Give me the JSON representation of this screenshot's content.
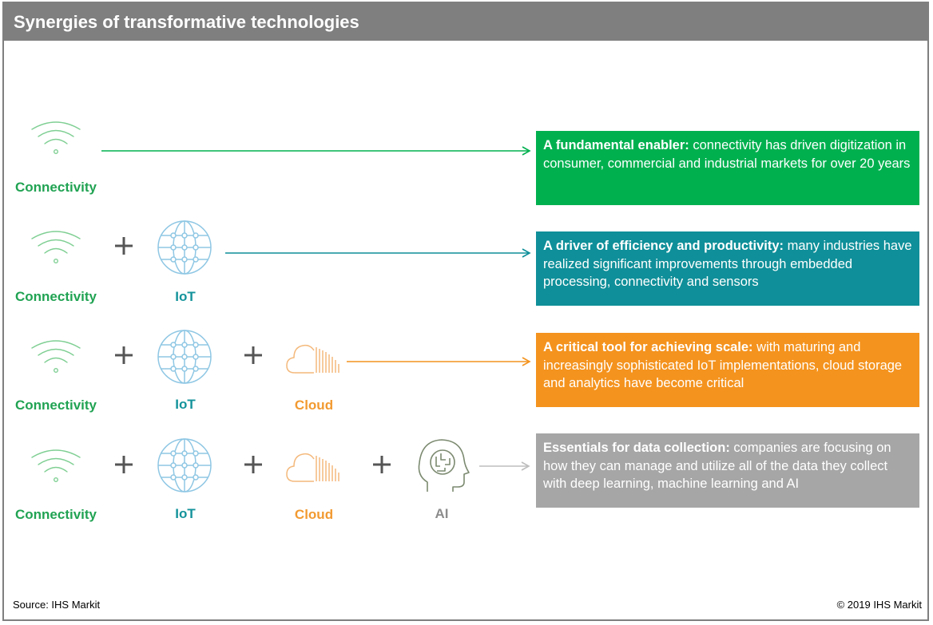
{
  "title": "Synergies of transformative technologies",
  "labels": {
    "connectivity": "Connectivity",
    "iot": "IoT",
    "cloud": "Cloud",
    "ai": "AI"
  },
  "boxes": [
    {
      "lead": "A fundamental enabler:",
      "text": " connectivity has driven digitization in consumer, commercial and industrial markets for over 20 years"
    },
    {
      "lead": "A driver of efficiency and productivity:",
      "text": " many industries have realized significant improvements through embedded processing, connectivity and sensors"
    },
    {
      "lead": "A critical tool for achieving scale:",
      "text": " with maturing and increasingly sophisticated IoT implementations, cloud storage and analytics have become critical"
    },
    {
      "lead": "Essentials for data collection:",
      "text": " companies are focusing on how they can manage and utilize all of the data they collect with deep learning, machine learning and AI"
    }
  ],
  "footer": {
    "source": "Source: IHS Markit",
    "copyright": "© 2019 IHS Markit"
  },
  "colors": {
    "green": "#00b04f",
    "teal": "#0f8f99",
    "orange": "#f4931e",
    "gray": "#a6a6a6",
    "connectivity_text": "#21a353",
    "iot_text": "#14939b",
    "cloud_text": "#f29a31",
    "ai_text": "#8c8c8c"
  }
}
